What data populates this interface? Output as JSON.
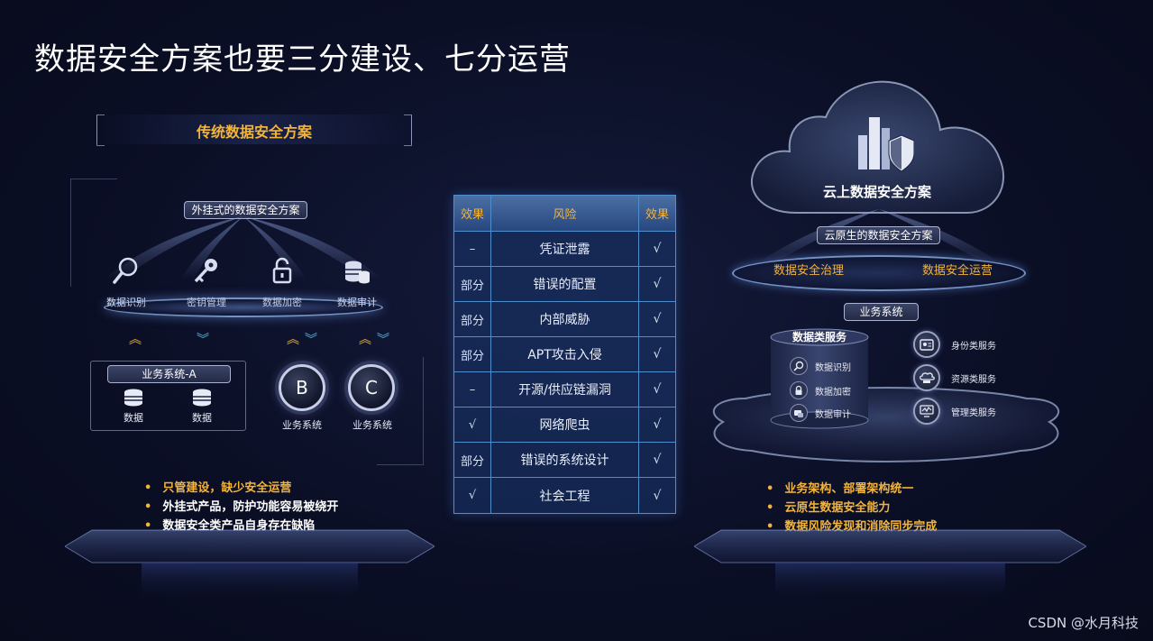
{
  "page": {
    "title": "数据安全方案也要三分建设、七分运营",
    "watermark": "CSDN @水月科技"
  },
  "left": {
    "title": "传统数据安全方案",
    "tag": "外挂式的数据安全方案",
    "icons": [
      {
        "label": "数据识别",
        "icon": "search-icon"
      },
      {
        "label": "密钥管理",
        "icon": "key-icon"
      },
      {
        "label": "数据加密",
        "icon": "unlock-icon"
      },
      {
        "label": "数据审计",
        "icon": "database-stack-icon"
      }
    ],
    "system_a": {
      "label": "业务系统-A",
      "items": [
        "数据",
        "数据"
      ]
    },
    "system_b": {
      "letter": "B",
      "label": "业务系统"
    },
    "system_c": {
      "letter": "C",
      "label": "业务系统"
    },
    "bullets": [
      "只管建设，缺少安全运营",
      "外挂式产品，防护功能容易被绕开",
      "数据安全类产品自身存在缺陷"
    ]
  },
  "table": {
    "headers": {
      "left": "效果",
      "middle": "风险",
      "right": "效果"
    },
    "rows": [
      {
        "left": "–",
        "risk": "凭证泄露",
        "right": "√"
      },
      {
        "left": "部分",
        "risk": "错误的配置",
        "right": "√"
      },
      {
        "left": "部分",
        "risk": "内部威胁",
        "right": "√"
      },
      {
        "left": "部分",
        "risk": "APT攻击入侵",
        "right": "√"
      },
      {
        "left": "–",
        "risk": "开源/供应链漏洞",
        "right": "√"
      },
      {
        "left": "√",
        "risk": "网络爬虫",
        "right": "√"
      },
      {
        "left": "部分",
        "risk": "错误的系统设计",
        "right": "√"
      },
      {
        "left": "√",
        "risk": "社会工程",
        "right": "√"
      }
    ]
  },
  "right": {
    "cloud_title": "云上数据安全方案",
    "tag": "云原生的数据安全方案",
    "ring_left": "数据安全治理",
    "ring_right": "数据安全运营",
    "biz_tag": "业务系统",
    "cylinder": {
      "title": "数据类服务",
      "items": [
        {
          "label": "数据识别",
          "icon": "search-icon"
        },
        {
          "label": "数据加密",
          "icon": "lock-icon"
        },
        {
          "label": "数据审计",
          "icon": "audit-icon"
        }
      ]
    },
    "services": [
      {
        "label": "身份类服务",
        "icon": "id-card-icon"
      },
      {
        "label": "资源类服务",
        "icon": "cloud-server-icon"
      },
      {
        "label": "管理类服务",
        "icon": "monitor-icon"
      }
    ],
    "bullets": [
      "业务架构、部署架构统一",
      "云原生数据安全能力",
      "数据风险发现和消除同步完成"
    ]
  },
  "colors": {
    "accent": "#f3b43a",
    "table_border": "#4f8fd0",
    "background": "#0b0f26"
  }
}
